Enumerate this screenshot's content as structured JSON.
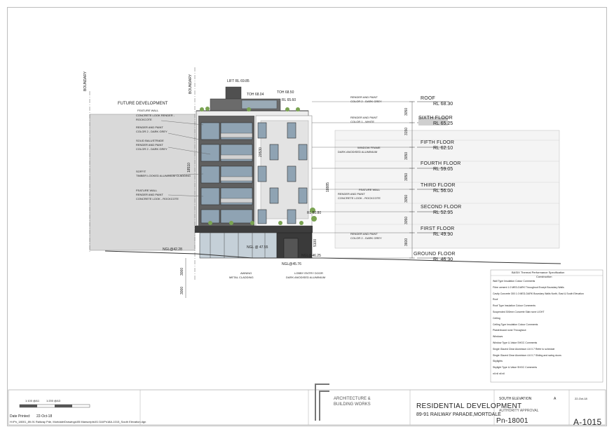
{
  "labels": {
    "boundary_left": "BOUNDARY",
    "boundary_mid": "BOUNDARY",
    "future_development": "FUTURE DEVELOPMENT",
    "feature_wall_top": "FEATURE WALL",
    "concrete_look_render": "CONCRETE LOOK RENDER -",
    "rockcote_1": "ROCKCOTE",
    "render_paint_grey_1": "RENDER AND PAINT",
    "colour_2_grey_1": "COLOR 2 - DARK GREY",
    "solid_balustrade": "SOLID BALUSTRADE",
    "render_paint_grey_2": "RENDER AND PAINT",
    "colour_2_grey_2": "COLOR 2 - DARK GREY",
    "soffit": "SOFFIT",
    "timber_cladding": "TIMBER LOOKED ALUMINIUM CLADDING",
    "feature_wall_left": "FEATURE WALL",
    "render_paint_left": "RENDER AND PAINT",
    "concrete_look_left": "CONCRETE LOOK - ROCKCOTE",
    "lift_rl": "LIFT RL 69.85",
    "toh_1": "TOH 68.04",
    "toh_2": "TOH 68.50",
    "rl_65_60": "RL 65.60",
    "render_paint_top": "RENDER AND PAINT",
    "colour_2_top": "COLOR 2 - DARK GREY",
    "render_paint_white": "RENDER AND PAINT",
    "colour_1_white": "COLOR 1 - WHITE",
    "window_frame": "WINDOW FRAME",
    "dark_anodised": "DARK ANODISED ALUMINIUM",
    "feature_wall_right": "FEATURE WALL",
    "render_paint_right": "RENDER AND PAINT",
    "concrete_look_right": "CONCRETE LOOK - ROCKCOTE",
    "render_paint_bottom": "RENDER AND PAINT",
    "colour_2_bottom": "COLOR 2 - DARK GREY",
    "ngl_42_28": "NGL@42.28",
    "ngl_47_55": "NGL @ 47.55",
    "ngl_46_25": "NGL@46.25",
    "rl_50_80": "RL 50.80",
    "ngl_45_76": "NGL@45.76",
    "awning": "AWNING",
    "metal_cladding": "METAL CLADDING",
    "lobby_door": "LOBBY ENTRY DOOR",
    "dark_anodised_2": "DARK ANODISED ALUMINIUM",
    "dim_3000_a": "3000",
    "dim_3000_b": "3000",
    "dim_20530": "20530",
    "dim_18510": "18510",
    "dim_18885": "18885",
    "dim_5100": "5100"
  },
  "levels": [
    {
      "name": "ROOF",
      "rl": "RL 68.30",
      "dim": "3050"
    },
    {
      "name": "SIXTH FLOOR",
      "rl": "RL 65.25",
      "dim": "3150"
    },
    {
      "name": "FIFTH FLOOR",
      "rl": "RL 62.10",
      "dim": "3050"
    },
    {
      "name": "FOURTH FLOOR",
      "rl": "RL 59.05",
      "dim": "3050"
    },
    {
      "name": "THIRD FLOOR",
      "rl": "RL 56.00",
      "dim": "3050"
    },
    {
      "name": "SECOND FLOOR",
      "rl": "RL 52.95",
      "dim": "3050"
    },
    {
      "name": "FIRST FLOOR",
      "rl": "RL 49.90",
      "dim": "3600"
    },
    {
      "name": "GROUND FLOOR",
      "rl": "RL 46.30",
      "dim": ""
    }
  ],
  "spec": {
    "title": "BASIX Thermal Performance Specification",
    "subtitle": "Construction",
    "rows": [
      "Wall Type   Insulation   Colour   Comments",
      "Fibre cement   1.0   MED-DARK   Throughout Except Boundary Walls",
      "Cavity Concrete 300   1.0   MED-DARK   Boundary Walls North, East & South Elevation",
      "Roof",
      "Roof Type   Insulation   Colour   Comments",
      "Suspended 300mm Concrete Slab   none   LIGHT",
      "Ceiling",
      "Ceiling Type   Insulation   Colour   Comments",
      "Plasterboard   none   Throughout",
      "Windows",
      "Window Type   U-Value   SHGC   Comments",
      "Single Glazed Clear Aluminium   4.6   0.7   Refer to schedule",
      "Single Glazed Clear Aluminium   4.6   0.7   Sliding and swing doors",
      "Skylights",
      "Skylight Type   U-Value   SHGC   Comments",
      "nil   nil   nil   nil"
    ]
  },
  "title_block": {
    "scale_1": "1:100 @A1",
    "scale_2": "1:200 @A3",
    "date_printed_label": "Date Printed:",
    "date_printed": "22-Oct-18",
    "file_path": "H:\\Pn_18001_89-91 Railway Pde, Mortdale\\Drawings\\05 Manscripts\\01 DA\\Pn18A-1015_South Elevation.dgn",
    "firm_line1": "ARCHITECTURE &",
    "firm_line2": "BUILDING WORKS",
    "project_line1": "RESIDENTIAL  DEVELOPMENT",
    "project_line2": "89-91 RAILWAY PARADE,MORTDALE",
    "drawing_title": "SOUTH  ELEVATION",
    "status": "AUTHORITY  APPROVAL",
    "project_number": "Pn-18001",
    "revision": "A",
    "rev_date": "22-Oct-18",
    "drawing_number": "A-1015"
  }
}
